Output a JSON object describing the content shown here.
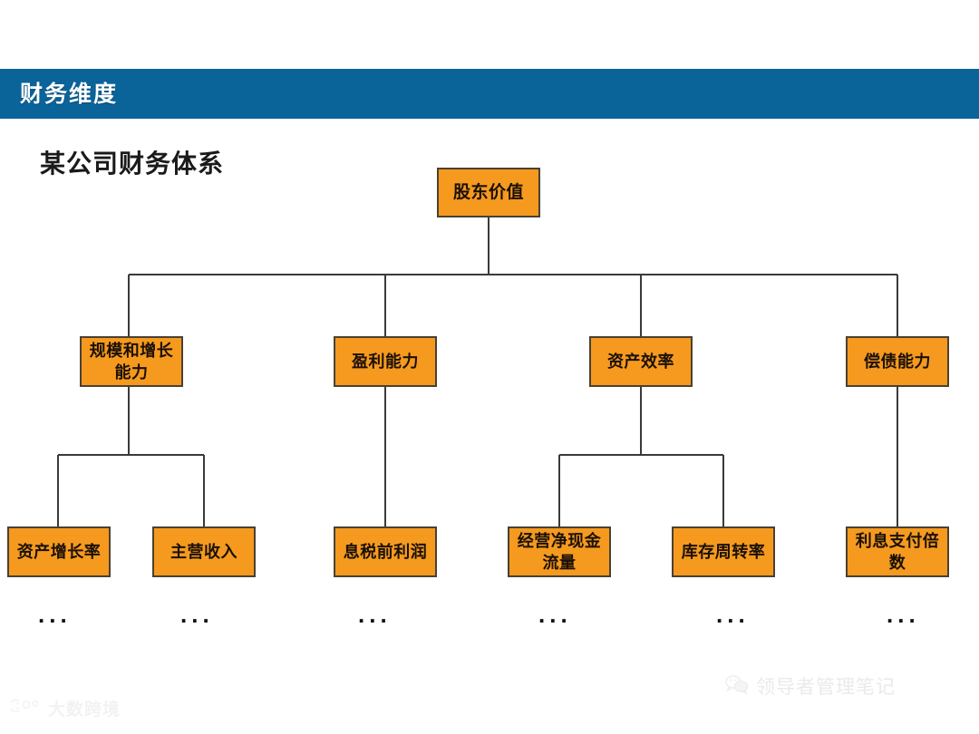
{
  "header": {
    "band_color": "#0a6399",
    "title": "财务维度"
  },
  "slide": {
    "title": "某公司财务体系"
  },
  "diagram": {
    "type": "tree",
    "node_fill": "#F59A1E",
    "node_border": "#4a4033",
    "connector_color": "#3a3a3a",
    "root": {
      "label": "股东价值"
    },
    "branches": [
      {
        "label": "规模和增长能力",
        "children": [
          {
            "label": "资产增长率",
            "ellipsis": "..."
          },
          {
            "label": "主营收入",
            "ellipsis": "..."
          }
        ]
      },
      {
        "label": "盈利能力",
        "children": [
          {
            "label": "息税前利润",
            "ellipsis": "..."
          }
        ]
      },
      {
        "label": "资产效率",
        "children": [
          {
            "label": "经营净现金流量",
            "ellipsis": "..."
          },
          {
            "label": "库存周转率",
            "ellipsis": "..."
          }
        ]
      },
      {
        "label": "偿债能力",
        "children": [
          {
            "label": "利息支付倍数",
            "ellipsis": "..."
          }
        ]
      }
    ]
  },
  "watermarks": {
    "wechat": {
      "label": "领导者管理笔记",
      "icon": "wechat-bubble-icon"
    },
    "bottom_left": {
      "label": "大数跨境",
      "icon": "brand-logo-icon"
    }
  }
}
